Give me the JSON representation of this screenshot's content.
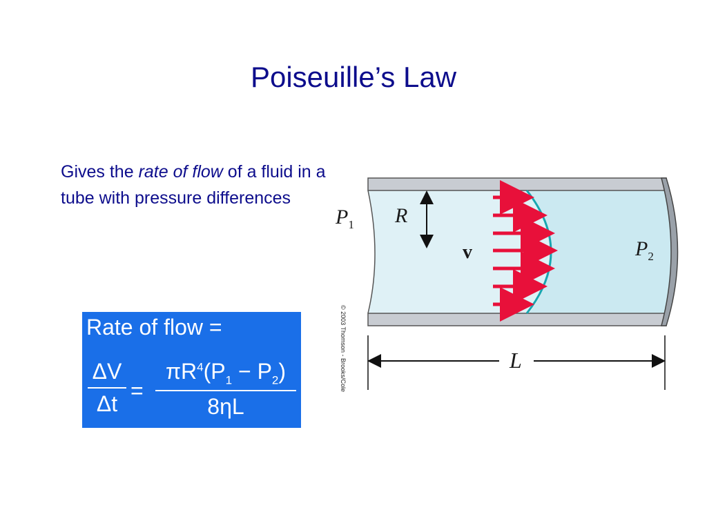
{
  "title": "Poiseuille’s Law",
  "description": {
    "prefix": "Gives the ",
    "emphasis": "rate of flow",
    "suffix": " of a fluid in a tube with pressure differences"
  },
  "formula": {
    "line1": "Rate of flow =",
    "lhs_num": "ΔV",
    "lhs_den": "Δt",
    "equals": "=",
    "rhs_num_prefix": "πR",
    "rhs_num_exp": "4",
    "rhs_num_paren_open": "(P",
    "rhs_num_sub1": "1",
    "rhs_num_minus": " − P",
    "rhs_num_sub2": "2",
    "rhs_num_paren_close": ")",
    "rhs_den": "8ηL"
  },
  "diagram": {
    "label_p1": "P",
    "label_p1_sub": "1",
    "label_r": "R",
    "label_v": "v",
    "label_p2": "P",
    "label_p2_sub": "2",
    "label_l": "L",
    "copyright": "© 2003 Thomson - Brooks/Cole",
    "colors": {
      "tube_wall": "#c8ccd2",
      "fluid": "#dff1f6",
      "arrow": "#e8103a",
      "profile": "#18a6b0"
    }
  }
}
